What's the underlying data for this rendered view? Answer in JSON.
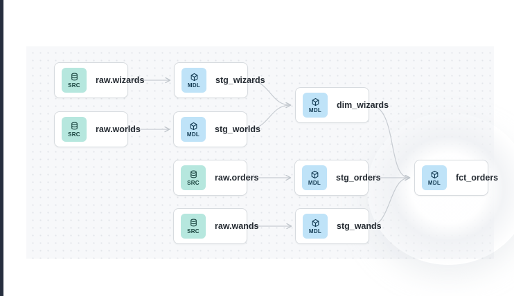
{
  "app": {
    "view": "lineage-dag-canvas"
  },
  "nodes": [
    {
      "id": "raw_wizards",
      "label": "raw.wizards",
      "badge": "SRC",
      "type": "source"
    },
    {
      "id": "stg_wizards",
      "label": "stg_wizards",
      "badge": "MDL",
      "type": "model"
    },
    {
      "id": "raw_worlds",
      "label": "raw.worlds",
      "badge": "SRC",
      "type": "source"
    },
    {
      "id": "stg_worlds",
      "label": "stg_worlds",
      "badge": "MDL",
      "type": "model"
    },
    {
      "id": "dim_wizards",
      "label": "dim_wizards",
      "badge": "MDL",
      "type": "model"
    },
    {
      "id": "raw_orders",
      "label": "raw.orders",
      "badge": "SRC",
      "type": "source"
    },
    {
      "id": "stg_orders",
      "label": "stg_orders",
      "badge": "MDL",
      "type": "model"
    },
    {
      "id": "raw_wands",
      "label": "raw.wands",
      "badge": "SRC",
      "type": "source"
    },
    {
      "id": "stg_wands",
      "label": "stg_wands",
      "badge": "MDL",
      "type": "model"
    },
    {
      "id": "fct_orders",
      "label": "fct_orders",
      "badge": "MDL",
      "type": "model",
      "highlighted": true
    }
  ],
  "edges": [
    {
      "from": "raw_wizards",
      "to": "stg_wizards"
    },
    {
      "from": "raw_worlds",
      "to": "stg_worlds"
    },
    {
      "from": "stg_wizards",
      "to": "dim_wizards"
    },
    {
      "from": "stg_worlds",
      "to": "dim_wizards"
    },
    {
      "from": "raw_orders",
      "to": "stg_orders"
    },
    {
      "from": "raw_wands",
      "to": "stg_wands"
    },
    {
      "from": "stg_orders",
      "to": "fct_orders"
    },
    {
      "from": "stg_wands",
      "to": "fct_orders"
    },
    {
      "from": "dim_wizards",
      "to": "fct_orders"
    }
  ],
  "colors": {
    "canvas_bg": "#f7f8fa",
    "dot_grid": "#e2e5e9",
    "node_bg": "#ffffff",
    "node_border": "#d7dbdf",
    "label_text": "#262c33",
    "source_badge_bg": "#b6e7de",
    "source_badge_text": "#17413c",
    "model_badge_bg": "#bfe3f8",
    "model_badge_text": "#123a52",
    "edge": "#c7ccd2",
    "sidebar_strip": "#262e3e"
  }
}
